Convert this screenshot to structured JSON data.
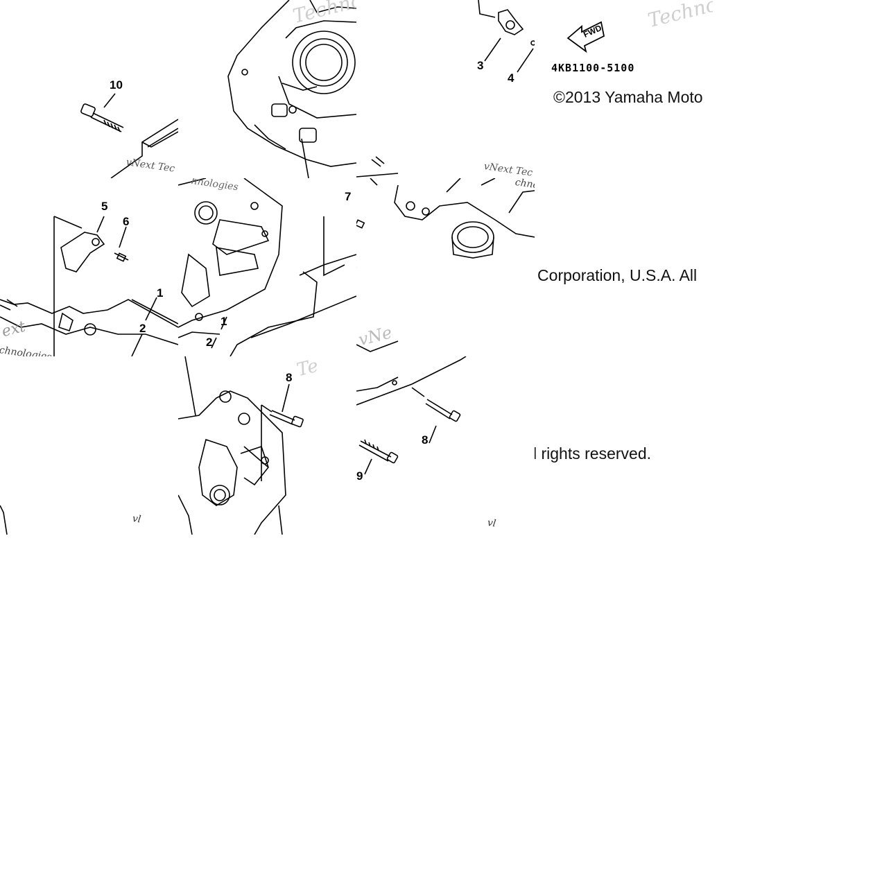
{
  "callouts": {
    "c10": "10",
    "c5": "5",
    "c6": "6",
    "c1a": "1",
    "c2a": "2",
    "c7": "7",
    "c1b": "1",
    "c2b": "2",
    "c3": "3",
    "c4": "4",
    "c8a": "8",
    "c8b": "8",
    "c9": "9"
  },
  "fwd_arrow": {
    "label": "FWD"
  },
  "part_number": "4KB1100-5100",
  "copyright": {
    "line1": "©2013 Yamaha Moto",
    "line2": "r Corporation, U.S.A. All",
    "line3": "l rights reserved."
  },
  "watermarks": {
    "techno_a": "Techno",
    "techno_b": "Techno",
    "tec": "Te",
    "vnext_a": "vNext Tec",
    "vnext_b": "vNext Tec",
    "vnext_c": "vNe",
    "ext": "ext",
    "technologies_a": "chnologies",
    "technologies_b": "hnologies",
    "technologies_c": "chnologies",
    "vl_a": "vl",
    "vl_b": "vl"
  },
  "colors": {
    "line": "#000000",
    "watermark": "#cfcfcf",
    "background": "#ffffff"
  }
}
